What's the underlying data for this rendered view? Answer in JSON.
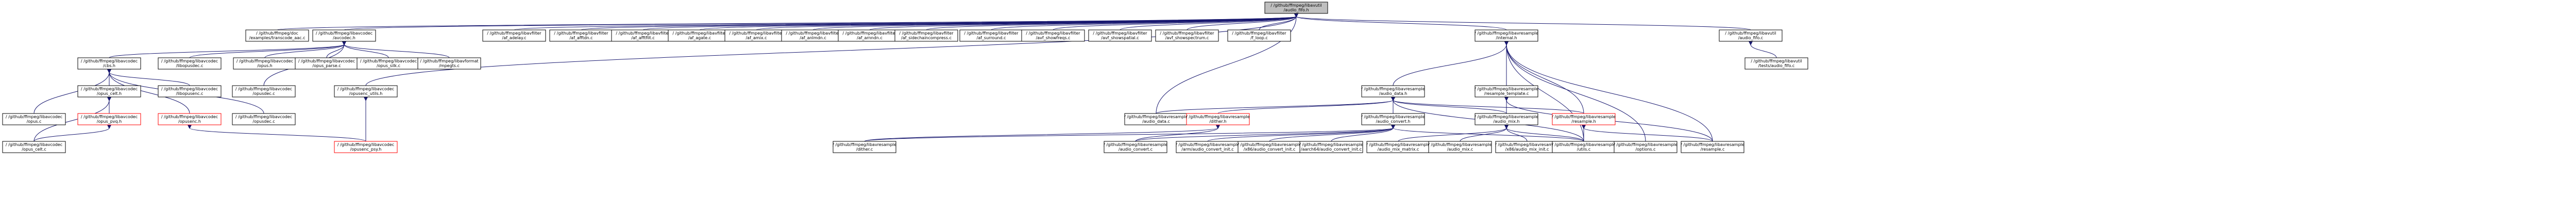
{
  "colors": {
    "edge": "#191970",
    "box_border": "#000000",
    "box_border_red": "#ff0000",
    "root_fill": "#bfbfbf",
    "box_fill": "#ffffff",
    "text": "#000000"
  },
  "nodes": [
    {
      "id": "root",
      "lines": [
        "/ /github/ffmpeg/libavutil",
        "/audio_fifo.h"
      ],
      "style": "root"
    },
    {
      "id": "avcodec_h",
      "lines": [
        "/ /github/ffmpeg/libavcodec",
        "/avcodec.h"
      ],
      "style": "normal"
    },
    {
      "id": "cbs_av1",
      "lines": [
        "/ /github/ffmpeg/doc",
        "/examples/transcode_aac.c"
      ],
      "style": "normal"
    },
    {
      "id": "af_adelay",
      "lines": [
        "/ /github/ffmpeg/libavfilter",
        "/af_adelay.c"
      ],
      "style": "normal"
    },
    {
      "id": "af_afftdn",
      "lines": [
        "/ /github/ffmpeg/libavfilter",
        "/af_afftdn.c"
      ],
      "style": "normal"
    },
    {
      "id": "af_afftfilt",
      "lines": [
        "/ /github/ffmpeg/libavfilter",
        "/af_afftfilt.c"
      ],
      "style": "normal"
    },
    {
      "id": "af_agate",
      "lines": [
        "/ /github/ffmpeg/libavfilter",
        "/af_agate.c"
      ],
      "style": "normal"
    },
    {
      "id": "af_amix",
      "lines": [
        "/ /github/ffmpeg/libavfilter",
        "/af_amix.c"
      ],
      "style": "normal"
    },
    {
      "id": "af_anlmdn",
      "lines": [
        "/ /github/ffmpeg/libavfilter",
        "/af_anlmdn.c"
      ],
      "style": "normal"
    },
    {
      "id": "af_arnndn",
      "lines": [
        "/ /github/ffmpeg/libavfilter",
        "/af_arnndn.c"
      ],
      "style": "normal"
    },
    {
      "id": "af_sidechaincompress",
      "lines": [
        "/ /github/ffmpeg/libavfilter",
        "/af_sidechaincompress.c"
      ],
      "style": "normal"
    },
    {
      "id": "af_surround",
      "lines": [
        "/ /github/ffmpeg/libavfilter",
        "/af_surround.c"
      ],
      "style": "normal"
    },
    {
      "id": "avf_showfreqs",
      "lines": [
        "/ /github/ffmpeg/libavfilter",
        "/avf_showfreqs.c"
      ],
      "style": "normal"
    },
    {
      "id": "avf_showspatial",
      "lines": [
        "/ /github/ffmpeg/libavfilter",
        "/avf_showspatial.c"
      ],
      "style": "normal"
    },
    {
      "id": "avf_showspectrum",
      "lines": [
        "/ /github/ffmpeg/libavfilter",
        "/avf_showspectrum.c"
      ],
      "style": "normal"
    },
    {
      "id": "f_loop",
      "lines": [
        "/ /github/ffmpeg/libavfilter",
        "/f_loop.c"
      ],
      "style": "normal"
    },
    {
      "id": "resample_internal",
      "lines": [
        "/ /github/ffmpeg/libavresample",
        "/internal.h"
      ],
      "style": "normal"
    },
    {
      "id": "audio_fifo_c",
      "lines": [
        "/ /github/ffmpeg/libavutil",
        "/audio_fifo.c"
      ],
      "style": "normal"
    },
    {
      "id": "tests_audio_fifo",
      "lines": [
        "/ /github/ffmpeg/libavutil",
        "/tests/audio_fifo.c"
      ],
      "style": "normal"
    },
    {
      "id": "cbs_h",
      "lines": [
        "/ /github/ffmpeg/libavcodec",
        "/cbs.h"
      ],
      "style": "normal"
    },
    {
      "id": "libavcodec_c",
      "lines": [
        "/ /github/ffmpeg/libavcodec",
        "/libopusdec.c"
      ],
      "style": "normal"
    },
    {
      "id": "opus_h",
      "lines": [
        "/ /github/ffmpeg/libavcodec",
        "/opus.h"
      ],
      "style": "normal"
    },
    {
      "id": "opus_parse",
      "lines": [
        "/ /github/ffmpeg/libavcodec",
        "/opus_parse.c"
      ],
      "style": "normal"
    },
    {
      "id": "opus_silk",
      "lines": [
        "/ /github/ffmpeg/libavcodec",
        "/opus_silk.c"
      ],
      "style": "normal"
    },
    {
      "id": "mpegts",
      "lines": [
        "/ /github/ffmpeg/libavformat",
        "/mpegts.c"
      ],
      "style": "normal"
    },
    {
      "id": "opus_celt_h",
      "lines": [
        "/ /github/ffmpeg/libavcodec",
        "/opus_celt.h"
      ],
      "style": "normal"
    },
    {
      "id": "libopusenc",
      "lines": [
        "/ /github/ffmpeg/libavcodec",
        "/libopusenc.c"
      ],
      "style": "normal"
    },
    {
      "id": "opusdec",
      "lines": [
        "/ /github/ffmpeg/libavcodec",
        "/opusdec.c"
      ],
      "style": "normal"
    },
    {
      "id": "opusenc_utils",
      "lines": [
        "/ /github/ffmpeg/libavcodec",
        "/opusenc_utils.h"
      ],
      "style": "normal"
    },
    {
      "id": "opus_c",
      "lines": [
        "/ /github/ffmpeg/libavcodec",
        "/opus.c"
      ],
      "style": "normal"
    },
    {
      "id": "opus_pvq_h",
      "lines": [
        "/ /github/ffmpeg/libavcodec",
        "/opus_pvq.h"
      ],
      "style": "red"
    },
    {
      "id": "opusenc_h",
      "lines": [
        "/ /github/ffmpeg/libavcodec",
        "/opusenc.h"
      ],
      "style": "red"
    },
    {
      "id": "opusdec_c2",
      "lines": [
        "/ /github/ffmpeg/libavcodec",
        "/opusdec.c"
      ],
      "style": "normal"
    },
    {
      "id": "opus_celt_c",
      "lines": [
        "/ /github/ffmpeg/libavcodec",
        "/opus_celt.c"
      ],
      "style": "normal"
    },
    {
      "id": "opus_pvq_c",
      "lines": [
        "/ /github/ffmpeg/libavcodec",
        "/opusenc_psy.h"
      ],
      "style": "red"
    },
    {
      "id": "audio_data_h",
      "lines": [
        "/ /github/ffmpeg/libavresample",
        "/audio_data.h"
      ],
      "style": "normal"
    },
    {
      "id": "resample_template",
      "lines": [
        "/ /github/ffmpeg/libavresample",
        "/resample_template.c"
      ],
      "style": "normal"
    },
    {
      "id": "audio_data_c",
      "lines": [
        "/ /github/ffmpeg/libavresample",
        "/audio_data.c"
      ],
      "style": "normal"
    },
    {
      "id": "dither_h",
      "lines": [
        "/ /github/ffmpeg/libavresample",
        "/dither.h"
      ],
      "style": "red"
    },
    {
      "id": "audio_convert_h",
      "lines": [
        "/ /github/ffmpeg/libavresample",
        "/audio_convert.h"
      ],
      "style": "normal"
    },
    {
      "id": "audio_mix_h",
      "lines": [
        "/ /github/ffmpeg/libavresample",
        "/audio_mix.h"
      ],
      "style": "normal"
    },
    {
      "id": "resample_h",
      "lines": [
        "/ /github/ffmpeg/libavresample",
        "/resample.h"
      ],
      "style": "red"
    },
    {
      "id": "dither_c",
      "lines": [
        "/ /github/ffmpeg/libavresample",
        "/dither.c"
      ],
      "style": "normal"
    },
    {
      "id": "audio_convert_c",
      "lines": [
        "/ /github/ffmpeg/libavresample",
        "/audio_convert.c"
      ],
      "style": "normal"
    },
    {
      "id": "arm_audio_convert_init",
      "lines": [
        "/ /github/ffmpeg/libavresample",
        "/arm/audio_convert_init.c"
      ],
      "style": "normal"
    },
    {
      "id": "x86_audio_convert_init",
      "lines": [
        "/ /github/ffmpeg/libavresample",
        "/x86/audio_convert_init.c"
      ],
      "style": "normal"
    },
    {
      "id": "aarch64_audio_convert_init",
      "lines": [
        "/ /github/ffmpeg/libavresample",
        "/aarch64/audio_convert_init.c"
      ],
      "style": "normal"
    },
    {
      "id": "audio_mix_matrix",
      "lines": [
        "/ /github/ffmpeg/libavresample",
        "/audio_mix_matrix.c"
      ],
      "style": "normal"
    },
    {
      "id": "audio_mix_c",
      "lines": [
        "/ /github/ffmpeg/libavresample",
        "/audio_mix.c"
      ],
      "style": "normal"
    },
    {
      "id": "x86_audio_mix_init",
      "lines": [
        "/ /github/ffmpeg/libavresample",
        "/x86/audio_mix_init.c"
      ],
      "style": "normal"
    },
    {
      "id": "utils_c",
      "lines": [
        "/ /github/ffmpeg/libavresample",
        "/utils.c"
      ],
      "style": "normal"
    },
    {
      "id": "options_c",
      "lines": [
        "/ /github/ffmpeg/libavresample",
        "/options.c"
      ],
      "style": "normal"
    },
    {
      "id": "resample_c",
      "lines": [
        "/ /github/ffmpeg/libavresample",
        "/resample.c"
      ],
      "style": "normal"
    }
  ]
}
